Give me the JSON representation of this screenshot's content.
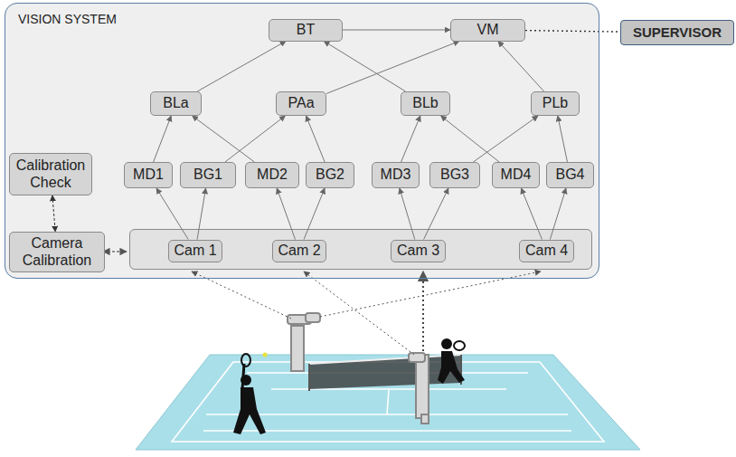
{
  "diagram": {
    "nodes": [
      {
        "text": [
          "VISION SYSTEM"
        ]
      },
      {
        "text": [
          "BT"
        ],
        "in": 0
      },
      {
        "text": [
          "VM"
        ],
        "in": 0
      },
      {
        "text": [
          "SUPERVISOR"
        ]
      },
      {
        "text": [
          "BLa"
        ],
        "in": 0
      },
      {
        "text": [
          "PAa"
        ],
        "in": 0
      },
      {
        "text": [
          "BLb"
        ],
        "in": 0
      },
      {
        "text": [
          "PLb"
        ],
        "in": 0
      },
      {
        "text": [
          "Calibration Check"
        ],
        "in": 0
      },
      {
        "text": [
          "MD1"
        ],
        "in": 0
      },
      {
        "text": [
          "BG1"
        ],
        "in": 0
      },
      {
        "text": [
          "MD2"
        ],
        "in": 0
      },
      {
        "text": [
          "BG2"
        ],
        "in": 0
      },
      {
        "text": [
          "MD3"
        ],
        "in": 0
      },
      {
        "text": [
          "BG3"
        ],
        "in": 0
      },
      {
        "text": [
          "MD4"
        ],
        "in": 0
      },
      {
        "text": [
          "BG4"
        ],
        "in": 0
      },
      {
        "text": [
          "Camera Calibration"
        ],
        "in": 0
      },
      {
        "text": [
          "Cam 1"
        ],
        "in": 0
      },
      {
        "text": [
          "Cam 2"
        ],
        "in": 0
      },
      {
        "text": [
          "Cam 3"
        ],
        "in": 0
      },
      {
        "text": [
          "Cam 4"
        ],
        "in": 0
      }
    ],
    "edges": [
      {
        "from": 18,
        "to": 9,
        "arrow": "to"
      },
      {
        "from": 18,
        "to": 10,
        "arrow": "to"
      },
      {
        "from": 19,
        "to": 11,
        "arrow": "to"
      },
      {
        "from": 19,
        "to": 12,
        "arrow": "to"
      },
      {
        "from": 20,
        "to": 13,
        "arrow": "to"
      },
      {
        "from": 20,
        "to": 14,
        "arrow": "to"
      },
      {
        "from": 21,
        "to": 15,
        "arrow": "to"
      },
      {
        "from": 21,
        "to": 16,
        "arrow": "to"
      },
      {
        "from": 9,
        "to": 4,
        "arrow": "to"
      },
      {
        "from": 11,
        "to": 4,
        "arrow": "to"
      },
      {
        "from": 10,
        "to": 5,
        "arrow": "to"
      },
      {
        "from": 12,
        "to": 5,
        "arrow": "to"
      },
      {
        "from": 13,
        "to": 6,
        "arrow": "to"
      },
      {
        "from": 15,
        "to": 6,
        "arrow": "to"
      },
      {
        "from": 14,
        "to": 7,
        "arrow": "to"
      },
      {
        "from": 16,
        "to": 7,
        "arrow": "to"
      },
      {
        "from": 4,
        "to": 1,
        "arrow": "to"
      },
      {
        "from": 6,
        "to": 1,
        "arrow": "to"
      },
      {
        "from": 5,
        "to": 2,
        "arrow": "to"
      },
      {
        "from": 7,
        "to": 2,
        "arrow": "to"
      },
      {
        "from": 1,
        "to": 2,
        "arrow": "to"
      },
      {
        "from": 2,
        "to": 3,
        "arrow": "none"
      },
      {
        "from": 8,
        "to": 17,
        "arrow": "both"
      }
    ]
  }
}
